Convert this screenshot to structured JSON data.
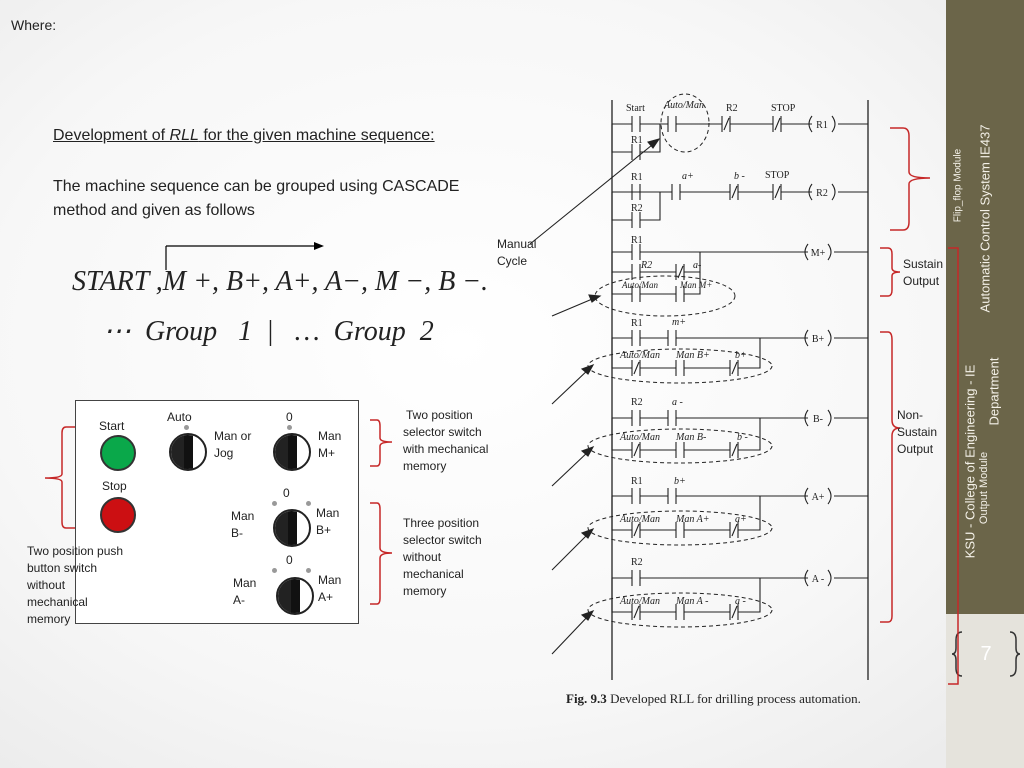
{
  "slide": {
    "heading": "Where:",
    "subtitle_pre": "Development of ",
    "subtitle_italic": "RLL",
    "subtitle_post": " for the given machine sequence:",
    "paragraph_line1": "The machine sequence can be grouped using CASCADE",
    "paragraph_line2": "method and given as follows",
    "sequence": "START ,M +, B+, A+, A−, M −, B −.",
    "groups": "⋯  Group   1  |   …  Group  2",
    "page_number": "7"
  },
  "sidebar": {
    "course": "Automatic Control System IE437",
    "module": "Flip_flop Module",
    "college": "KSU - College of Engineering - IE",
    "department": "Department",
    "output_module": "Output Module"
  },
  "panel": {
    "start": "Start",
    "stop": "Stop",
    "auto": "Auto",
    "man_or": "Man or",
    "jog": "Jog",
    "zero1": "0",
    "man_m_a": "Man",
    "man_m_b": "M+",
    "zero2": "0",
    "man_bm_a": "Man",
    "man_bm_b": "B-",
    "man_bp_a": "Man",
    "man_bp_b": "B+",
    "zero3": "0",
    "man_am_a": "Man",
    "man_am_b": "A-",
    "man_ap_a": "Man",
    "man_ap_b": "A+"
  },
  "annotations": {
    "two_pos_push": [
      "Two position push",
      "button switch",
      "without",
      "mechanical",
      "memory"
    ],
    "two_pos_sel": [
      "Two position",
      "selector switch",
      "with mechanical",
      "memory"
    ],
    "three_pos_sel": [
      "Three position",
      "selector switch",
      "without",
      "mechanical",
      "memory"
    ],
    "manual_cycle": [
      "Manual",
      "Cycle"
    ],
    "sustain": [
      "Sustain",
      "Output"
    ],
    "non_sustain": [
      "Non-",
      "Sustain",
      "Output"
    ]
  },
  "ladder": {
    "caption_bold": "Fig. 9.3",
    "caption_rest": " Developed RLL for drilling process automation.",
    "rung1": {
      "c1": "Start",
      "c2": "Auto/Man",
      "c3": "R2",
      "c4": "STOP",
      "coil": "R1"
    },
    "r1_seal": "R1",
    "rung2": {
      "c1": "R1",
      "c2": "a+",
      "c3": "b -",
      "c4": "STOP",
      "coil": "R2"
    },
    "r2_seal": "R2",
    "rung3": {
      "c1": "R1",
      "coil": "M+"
    },
    "rung3_b": {
      "c1": "R2",
      "c2": "a-"
    },
    "rung3_c": {
      "c1": "Auto/Man",
      "c2": "Man M+"
    },
    "rung4": {
      "c1": "R1",
      "c2": "m+",
      "coil": "B+"
    },
    "rung4_b": {
      "c1": "Auto/Man",
      "c2": "Man B+",
      "c3": "b+"
    },
    "rung5": {
      "c1": "R2",
      "c2": "a -",
      "coil": "B-"
    },
    "rung5_b": {
      "c1": "Auto/Man",
      "c2": "Man B-",
      "c3": "b -"
    },
    "rung6": {
      "c1": "R1",
      "c2": "b+",
      "coil": "A+"
    },
    "rung6_b": {
      "c1": "Auto/Man",
      "c2": "Man A+",
      "c3": "a+"
    },
    "rung7": {
      "c1": "R2",
      "coil": "A -"
    },
    "rung7_b": {
      "c1": "Auto/Man",
      "c2": "Man A -",
      "c3": "a -"
    }
  }
}
